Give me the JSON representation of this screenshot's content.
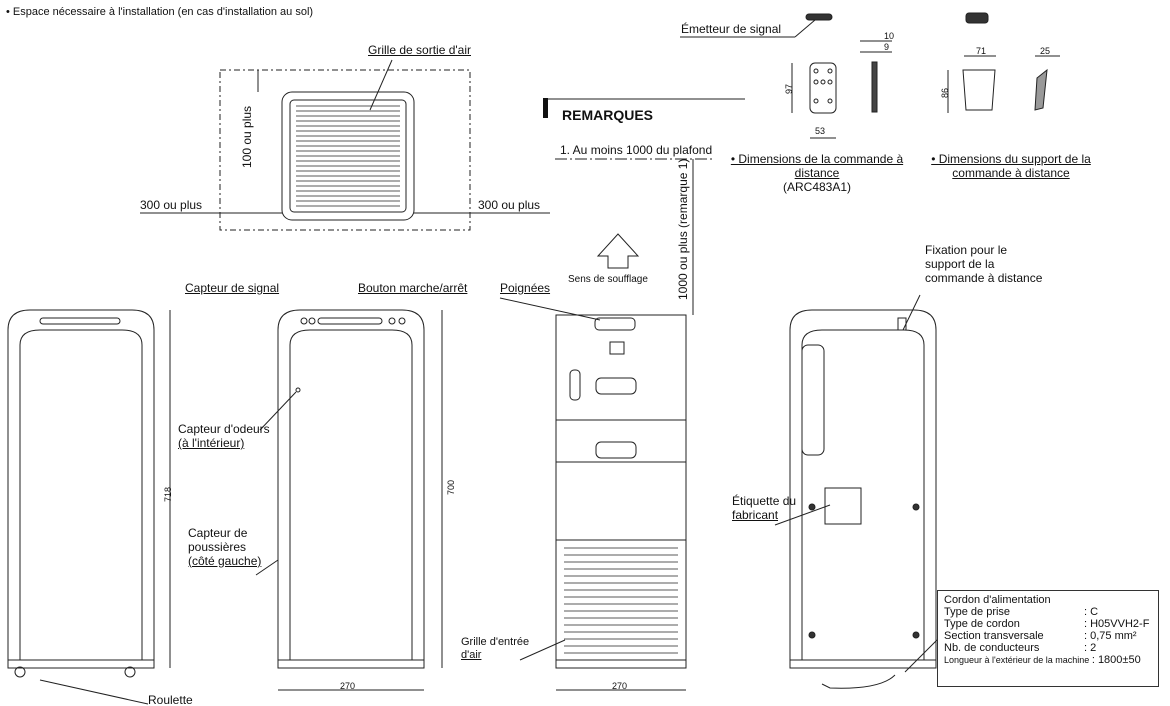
{
  "header": "• Espace nécessaire à l'installation (en cas d'installation au sol)",
  "top_view": {
    "outlet_label": "Grille de sortie d'air",
    "top_clearance": "100 ou plus",
    "left_clearance": "300 ou plus",
    "right_clearance": "300 ou plus"
  },
  "remote": {
    "emitter_label": "Émetteur de signal",
    "dims": {
      "thickness_a": "10",
      "thickness_b": "9",
      "height": "97",
      "width": "53"
    },
    "caption_line1": "• Dimensions de la commande à",
    "caption_line2": "distance",
    "caption_model": "(ARC483A1)"
  },
  "holder": {
    "dims": {
      "width": "71",
      "height": "86",
      "depth": "25"
    },
    "caption_line1": "• Dimensions du support de la",
    "caption_line2": "commande à distance"
  },
  "remarks": {
    "title": "REMARQUES",
    "item1": "1.  Au moins 1000 du plafond"
  },
  "side_views": {
    "ceiling_clearance": "1000 ou plus (remarque 1)",
    "airflow": "Sens de soufflage",
    "signal_sensor": "Capteur de signal",
    "power_button": "Bouton marche/arrêt",
    "handles": "Poignées",
    "remote_holder_fix": [
      "Fixation pour le",
      "support de la",
      "commande à distance"
    ],
    "odor_sensor": [
      "Capteur d'odeurs",
      "(à l'intérieur)"
    ],
    "dust_sensor": [
      "Capteur de",
      "poussières",
      "(côté gauche)"
    ],
    "maker_label": [
      "Étiquette du",
      "fabricant"
    ],
    "inlet_grille": [
      "Grille d'entrée",
      "d'air"
    ],
    "caster": "Roulette",
    "height_total": "718",
    "height_body": "700",
    "width_front": "270",
    "width_side": "270"
  },
  "power_cord": {
    "title": "Cordon d'alimentation",
    "rows": [
      {
        "k": "Type de prise",
        "v": ": C"
      },
      {
        "k": "Type de cordon",
        "v": ": H05VVH2-F"
      },
      {
        "k": "Section transversale",
        "v": ": 0,75 mm²"
      },
      {
        "k": "Nb. de conducteurs",
        "v": ": 2"
      }
    ],
    "length_key": "Longueur à l'extérieur de la machine",
    "length_val": ": 1800±50"
  }
}
